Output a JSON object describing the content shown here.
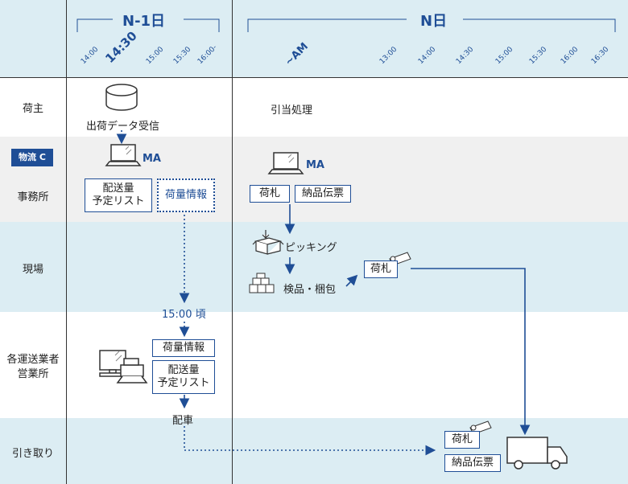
{
  "header": {
    "n1_label": "N-1日",
    "n_label": "N日",
    "n1_ticks": [
      "14:00",
      "14:30",
      "15:00",
      "15:30",
      "16:00-"
    ],
    "n_ticks": [
      "~AM",
      "13:00",
      "14:00",
      "14:30",
      "15:00",
      "15:30",
      "16:00",
      "16:30"
    ]
  },
  "rows": {
    "shipper": "荷主",
    "office_badge": "物流 C",
    "office": "事務所",
    "site": "現場",
    "carrier_line1": "各運送業者",
    "carrier_line2": "営業所",
    "pickup": "引き取り"
  },
  "nodes": {
    "data_receive": "出荷データ受信",
    "ma_1": "MA",
    "plan_list_line1": "配送量",
    "plan_list_line2": "予定リスト",
    "cargo_info": "荷量情報",
    "time_1500": "15:00 頃",
    "carrier_cargo_info": "荷量情報",
    "carrier_plan_line1": "配送量",
    "carrier_plan_line2": "予定リスト",
    "dispatch": "配車",
    "allocation": "引当処理",
    "ma_2": "MA",
    "tag": "荷札",
    "delivery_slip": "納品伝票",
    "picking": "ピッキング",
    "inspect_pack": "検品・梱包",
    "site_tag": "荷札",
    "pickup_tag": "荷札",
    "pickup_slip": "納品伝票"
  },
  "colors": {
    "accent": "#1f4e96",
    "band_blue": "#dcedf3",
    "band_gray": "#f0f0f0"
  }
}
